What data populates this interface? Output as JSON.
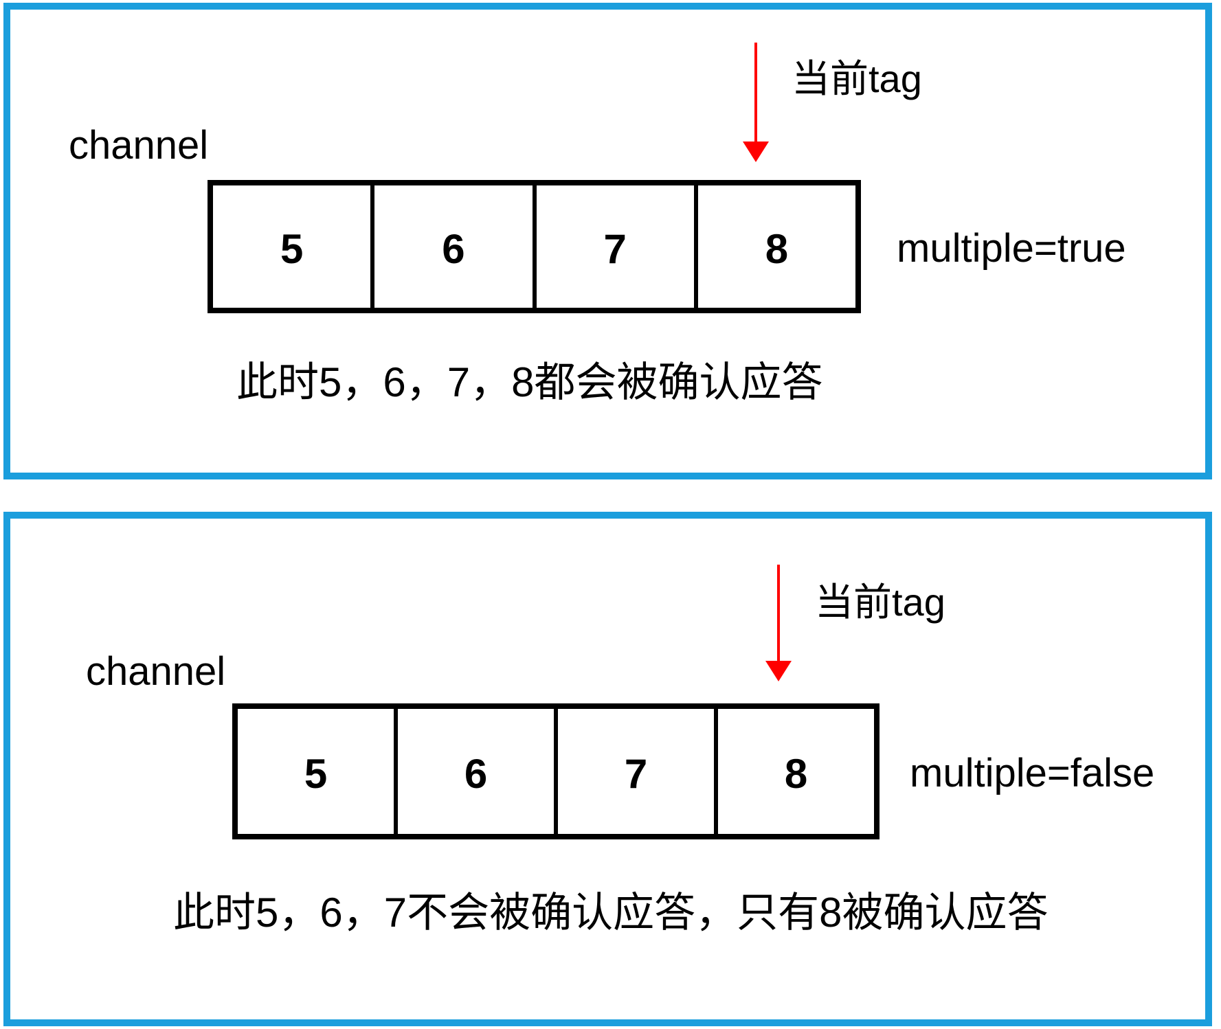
{
  "colors": {
    "panel_border": "#1b9edd",
    "box_border": "#000000",
    "arrow": "#ff0000",
    "text": "#000000",
    "background": "#ffffff"
  },
  "panels": [
    {
      "channel_label": "channel",
      "tag_label": "当前tag",
      "mode_label": "multiple=true",
      "boxes": [
        "5",
        "6",
        "7",
        "8"
      ],
      "caption": "此时5，6，7，8都会被确认应答",
      "arrow_icon": "red-down-arrow"
    },
    {
      "channel_label": "channel",
      "tag_label": "当前tag",
      "mode_label": "multiple=false",
      "boxes": [
        "5",
        "6",
        "7",
        "8"
      ],
      "caption": "此时5，6，7不会被确认应答，只有8被确认应答",
      "arrow_icon": "red-down-arrow"
    }
  ]
}
